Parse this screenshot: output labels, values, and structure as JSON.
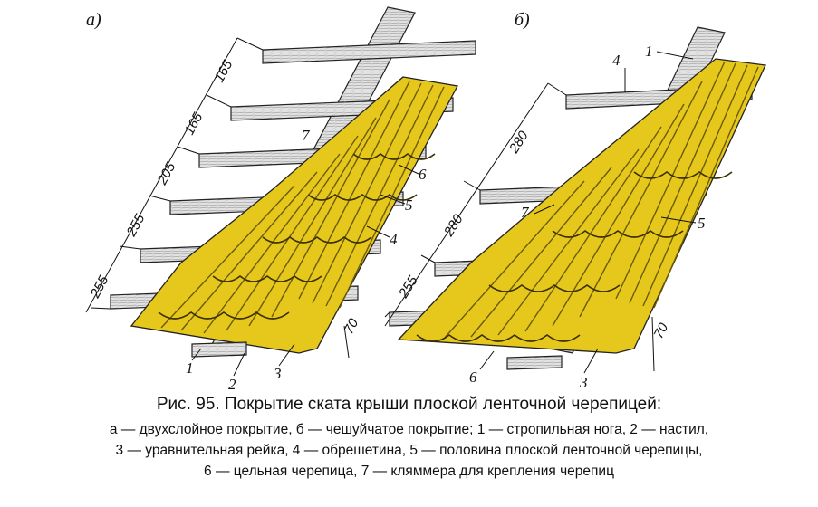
{
  "panels": {
    "a": {
      "letter": "а)",
      "dims": [
        "165",
        "165",
        "205",
        "255",
        "255",
        "70"
      ],
      "labels": [
        "1",
        "2",
        "3",
        "4",
        "5",
        "6",
        "7"
      ]
    },
    "b": {
      "letter": "б)",
      "dims": [
        "280",
        "280",
        "255",
        "70"
      ],
      "labels": [
        "1",
        "3",
        "4",
        "5",
        "6",
        "7"
      ]
    }
  },
  "caption": {
    "title": "Рис. 95. Покрытие ската крыши плоской ленточной черепицей:",
    "line1": "а — двухслойное покрытие, б — чешуйчатое покрытие; 1 — стропильная нога, 2 — настил,",
    "line2": "3 — уравнительная рейка, 4 — обрешетина, 5 — половина плоской ленточной черепицы,",
    "line3": "6 — цельная черепица, 7 — кляммера для крепления черепиц"
  },
  "colors": {
    "tile": "#e6c81c",
    "tile_dark": "#b89a12",
    "wood": "#d9d9d9",
    "ink": "#111111"
  }
}
